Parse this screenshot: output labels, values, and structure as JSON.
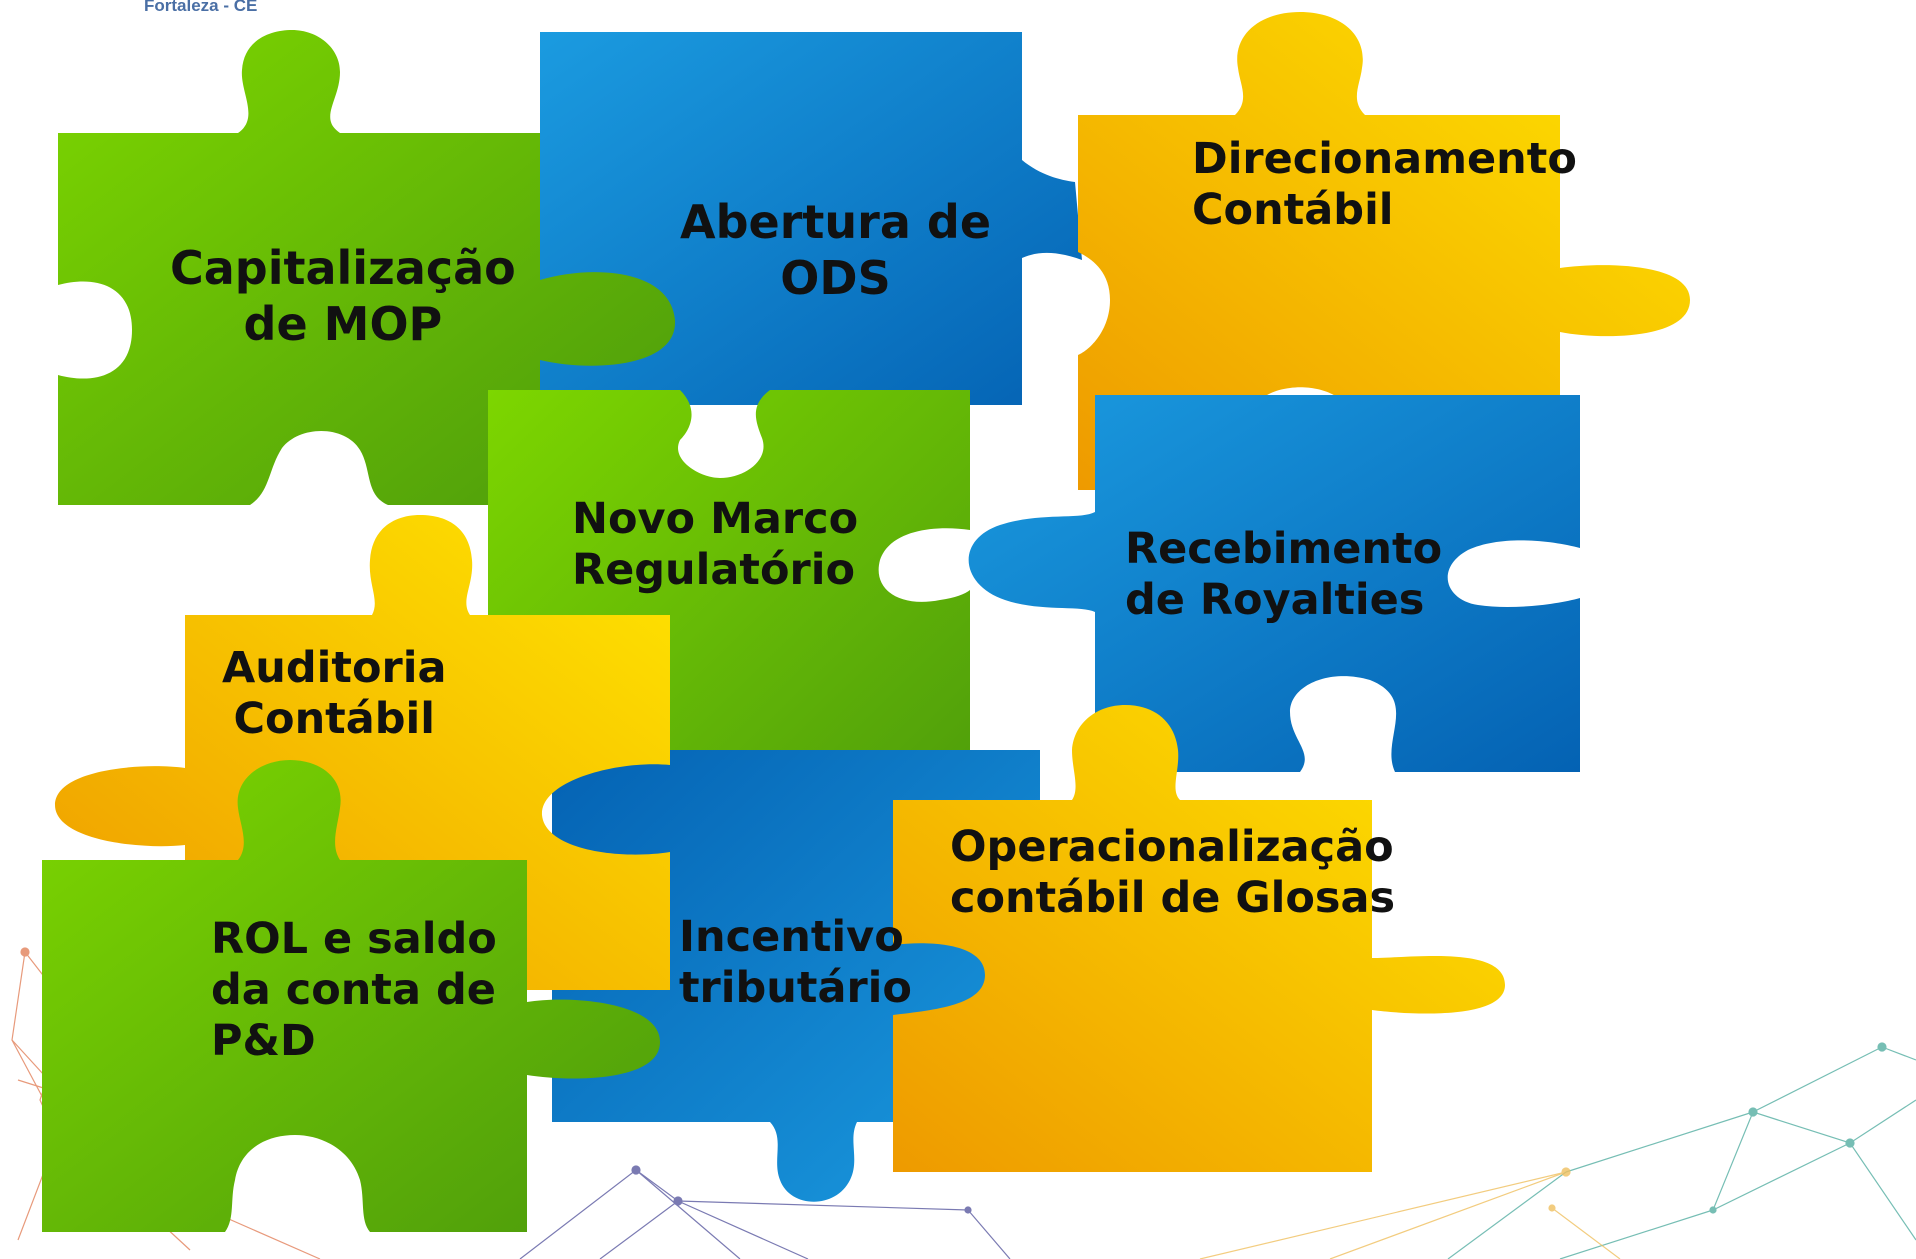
{
  "header": {
    "location": "Fortaleza - CE"
  },
  "colors": {
    "green_light": "#7dd600",
    "green_dark": "#4c9a0c",
    "blue_light": "#1b9be0",
    "blue_dark": "#0462b3",
    "yellow_light": "#ffe000",
    "yellow_dark": "#ee9a00",
    "text": "#111111"
  },
  "pieces": [
    {
      "id": "capitalizacao",
      "color": "green",
      "lines": [
        "Capitalização",
        "de MOP"
      ]
    },
    {
      "id": "abertura",
      "color": "blue",
      "lines": [
        "Abertura de",
        "ODS"
      ]
    },
    {
      "id": "direcionamento",
      "color": "yellow",
      "lines": [
        "Direcionamento",
        "Contábil"
      ]
    },
    {
      "id": "novo-marco",
      "color": "green",
      "lines": [
        "Novo Marco",
        "Regulatório"
      ]
    },
    {
      "id": "recebimento",
      "color": "blue",
      "lines": [
        "Recebimento",
        "de Royalties"
      ]
    },
    {
      "id": "auditoria",
      "color": "yellow",
      "lines": [
        "Auditoria",
        "Contábil"
      ]
    },
    {
      "id": "incentivo",
      "color": "blue",
      "lines": [
        "Incentivo",
        "tributário"
      ]
    },
    {
      "id": "operacionalizacao",
      "color": "yellow",
      "lines": [
        "Operacionalização",
        "contábil de Glosas"
      ]
    },
    {
      "id": "rol",
      "color": "green",
      "lines": [
        "ROL e saldo",
        "da conta de",
        "P&D"
      ]
    }
  ]
}
